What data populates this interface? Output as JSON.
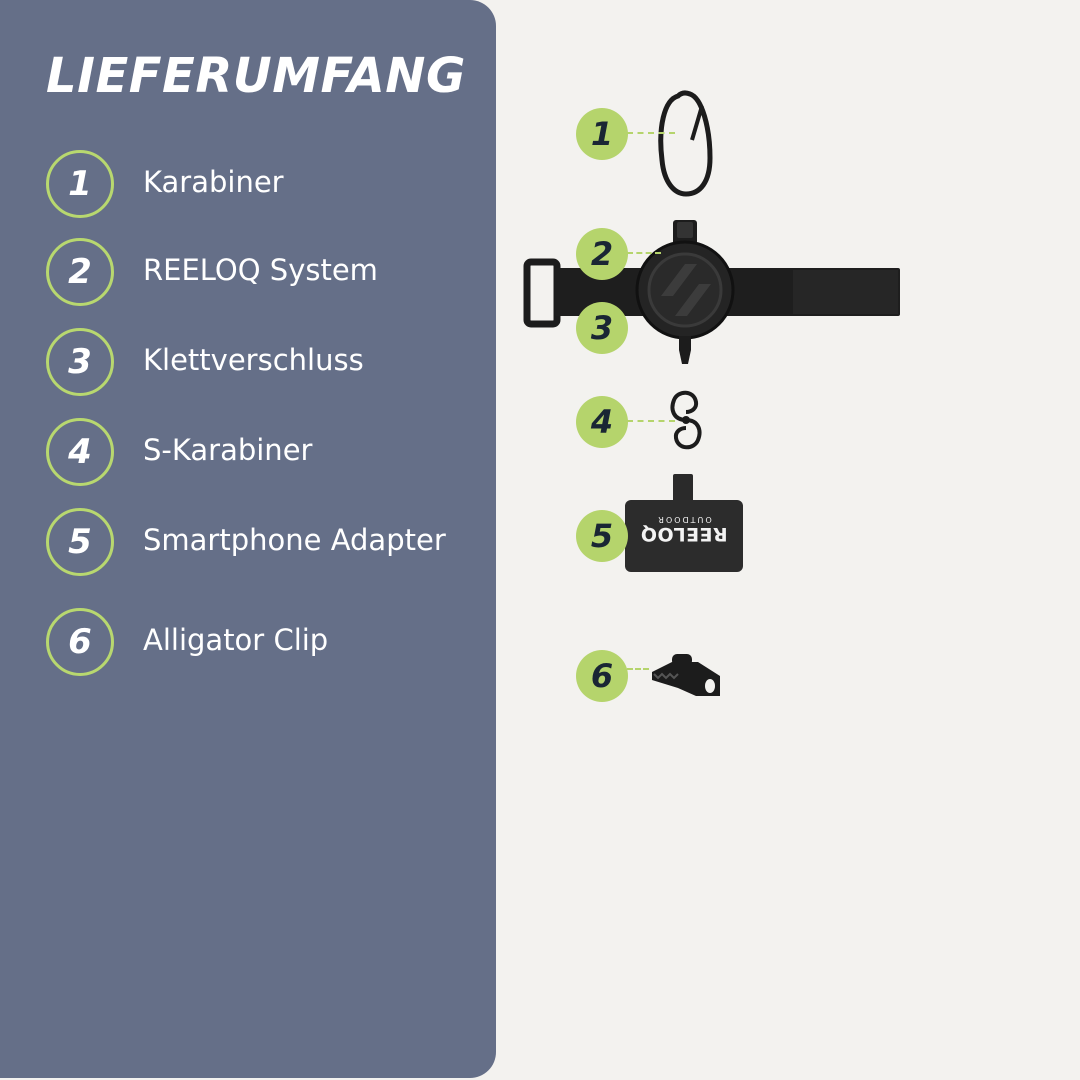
{
  "title": "LIEFERUMFANG",
  "items": [
    {
      "number": "1",
      "label": "Karabiner"
    },
    {
      "number": "2",
      "label": "REELOQ System"
    },
    {
      "number": "3",
      "label": "Klettverschluss"
    },
    {
      "number": "4",
      "label": "S-Karabiner"
    },
    {
      "number": "5",
      "label": "Smartphone Adapter"
    },
    {
      "number": "6",
      "label": "Alligator Clip"
    }
  ],
  "adapter_logo": {
    "brand": "REELOQ",
    "sub": "OUTDOOR"
  },
  "colors": {
    "panel": "#656f88",
    "accent": "#b5d46c",
    "background": "#f3f2ef",
    "marker_text": "#1a2634",
    "product": "#1c1c1c"
  }
}
